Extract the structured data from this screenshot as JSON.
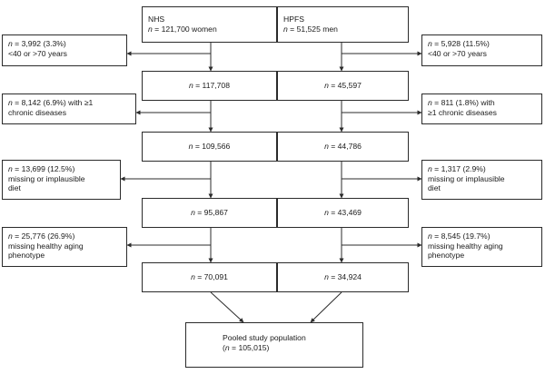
{
  "flowchart": {
    "top": {
      "nhs": {
        "label": "NHS",
        "n_label": "n",
        "value": " = 121,700 women"
      },
      "hpfs": {
        "label": "HPFS",
        "n_label": "n",
        "value": " = 51,525 men"
      }
    },
    "excluded_left": [
      {
        "n_label": "n",
        "line1": " = 3,992 (3.3%)",
        "line2": "<40 or >70 years",
        "line3": ""
      },
      {
        "n_label": "n",
        "line1": " = 8,142 (6.9%) with ≥1",
        "line2": "chronic diseases",
        "line3": ""
      },
      {
        "n_label": "n",
        "line1": " = 13,699 (12.5%)",
        "line2": "missing or implausible",
        "line3": "diet"
      },
      {
        "n_label": "n",
        "line1": " = 25,776 (26.9%)",
        "line2": "missing healthy aging",
        "line3": "phenotype"
      }
    ],
    "excluded_right": [
      {
        "n_label": "n",
        "line1": " = 5,928 (11.5%)",
        "line2": "<40 or >70 years",
        "line3": ""
      },
      {
        "n_label": "n",
        "line1": " = 811 (1.8%) with",
        "line2": "≥1 chronic diseases",
        "line3": ""
      },
      {
        "n_label": "n",
        "line1": " = 1,317 (2.9%)",
        "line2": "missing or implausible",
        "line3": "diet"
      },
      {
        "n_label": "n",
        "line1": " = 8,545 (19.7%)",
        "line2": "missing healthy aging",
        "line3": "phenotype"
      }
    ],
    "remaining_left": [
      {
        "n_label": "n",
        "value": " = 117,708"
      },
      {
        "n_label": "n",
        "value": " = 109,566"
      },
      {
        "n_label": "n",
        "value": " = 95,867"
      },
      {
        "n_label": "n",
        "value": " = 70,091"
      }
    ],
    "remaining_right": [
      {
        "n_label": "n",
        "value": " = 45,597"
      },
      {
        "n_label": "n",
        "value": " = 44,786"
      },
      {
        "n_label": "n",
        "value": " = 43,469"
      },
      {
        "n_label": "n",
        "value": " = 34,924"
      }
    ],
    "pooled": {
      "line1": "Pooled study population",
      "open": "(",
      "n_label": "n",
      "value": " = 105,015)"
    }
  }
}
